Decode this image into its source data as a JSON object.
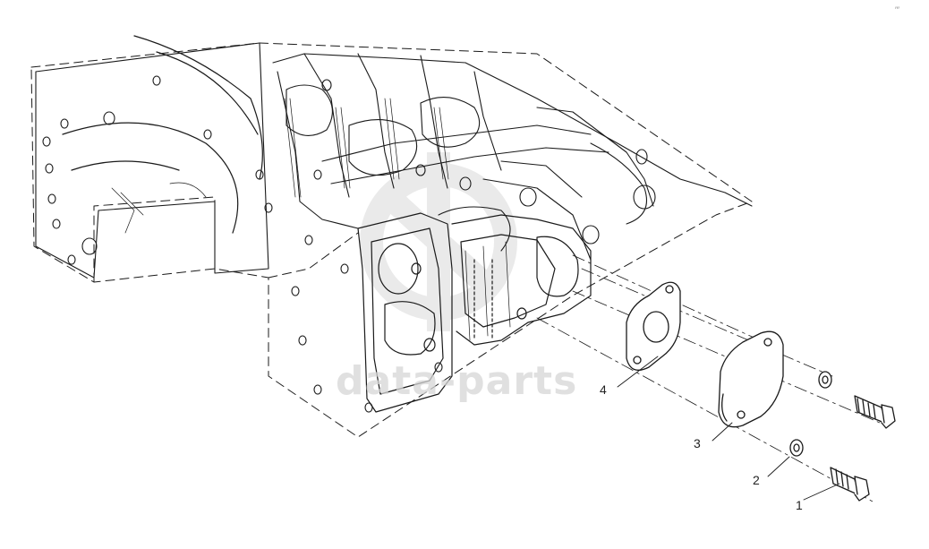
{
  "watermark": {
    "text": "data-parts"
  },
  "corner_mark": {
    "text": "′″"
  },
  "callouts": [
    {
      "id": "1",
      "label": "1"
    },
    {
      "id": "2",
      "label": "2"
    },
    {
      "id": "3",
      "label": "3"
    },
    {
      "id": "4",
      "label": "4"
    }
  ],
  "colors": {
    "line": "#1a1a1a",
    "watermark": "#d6d6d6"
  }
}
